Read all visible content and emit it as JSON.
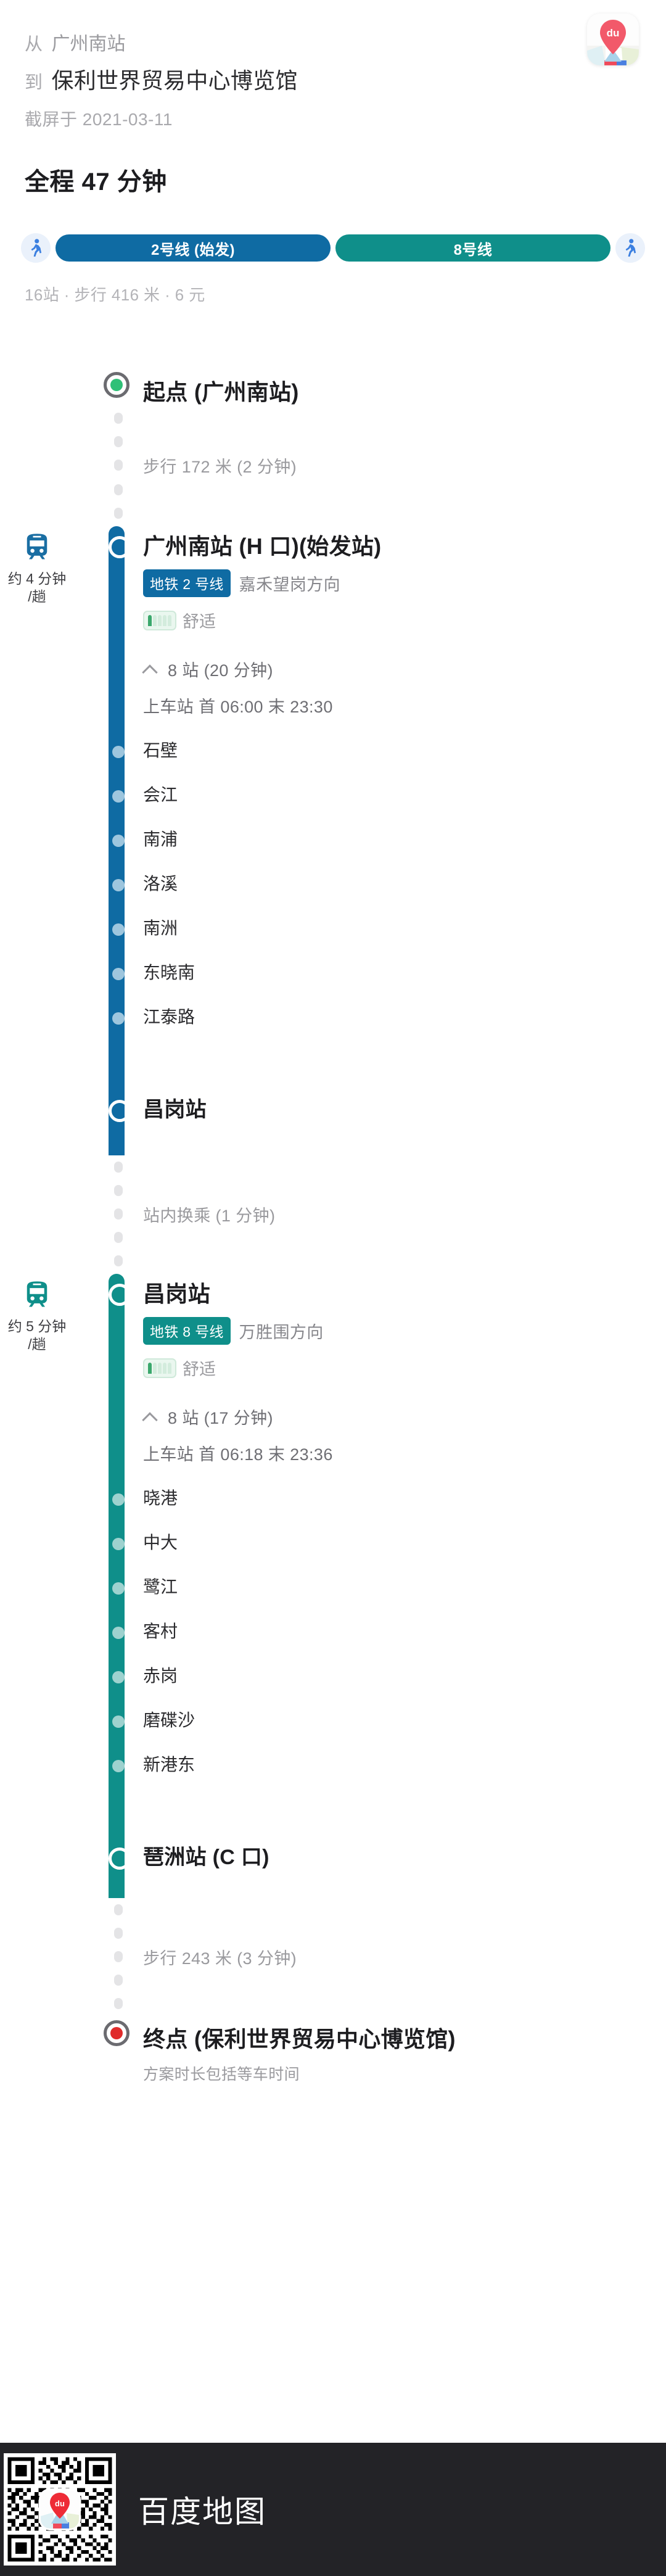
{
  "header": {
    "from_prefix": "从",
    "from_value": "广州南站",
    "to_prefix": "到",
    "to_value": "保利世界贸易中心博览馆",
    "capture_label": "截屏于 2021-03-11",
    "logo_text": "du"
  },
  "summary": {
    "total_time": "全程 47 分钟",
    "detail": "16站 · 步行 416 米 · 6 元",
    "pills": [
      {
        "label": "2号线 (始发)",
        "color": "#0f6ba3"
      },
      {
        "label": "8号线",
        "color": "#0f8f8a"
      }
    ]
  },
  "colors": {
    "line2": "#0f6ba3",
    "line2_dot": "#9ec6de",
    "line8": "#0f8f8a",
    "line8_dot": "#9ed2cf",
    "start_dot": "#2fc077",
    "end_dot": "#e02b2b",
    "walk_icon": "#3b7fe0"
  },
  "timeline": {
    "start": {
      "icon": "start-marker-icon",
      "label": "起点 (广州南站)",
      "walk_note": "步行 172 米 (2 分钟)"
    },
    "segments": [
      {
        "gutter_icon": "train-icon",
        "gutter_freq_line1": "约 4 分钟",
        "gutter_freq_line2": "/趟",
        "board_station": "广州南站 (H 口)(始发站)",
        "line_badge": "地铁 2 号线",
        "direction": "嘉禾望岗方向",
        "comfort_icon": "comfort-car-icon",
        "comfort_label": "舒适",
        "collapse_icon": "chevron-up-icon",
        "stops_summary": "8 站 (20 分钟)",
        "schedule": "上车站 首 06:00 末 23:30",
        "stops": [
          "石壁",
          "会江",
          "南浦",
          "洛溪",
          "南洲",
          "东晓南",
          "江泰路"
        ],
        "alight_station": "昌岗站",
        "transfer_note": "站内换乘 (1 分钟)"
      },
      {
        "gutter_icon": "train-icon",
        "gutter_freq_line1": "约 5 分钟",
        "gutter_freq_line2": "/趟",
        "board_station": "昌岗站",
        "line_badge": "地铁 8 号线",
        "direction": "万胜围方向",
        "comfort_icon": "comfort-car-icon",
        "comfort_label": "舒适",
        "collapse_icon": "chevron-up-icon",
        "stops_summary": "8 站 (17 分钟)",
        "schedule": "上车站 首 06:18 末 23:36",
        "stops": [
          "晓港",
          "中大",
          "鹭江",
          "客村",
          "赤岗",
          "磨碟沙",
          "新港东"
        ],
        "alight_station": "琶洲站 (C 口)",
        "transfer_note": "步行 243 米 (3 分钟)"
      }
    ],
    "end": {
      "icon": "end-marker-icon",
      "label": "终点 (保利世界贸易中心博览馆)",
      "note": "方案时长包括等车时间"
    }
  },
  "footer": {
    "qr_icon": "qr-code-icon",
    "brand": "百度地图"
  }
}
